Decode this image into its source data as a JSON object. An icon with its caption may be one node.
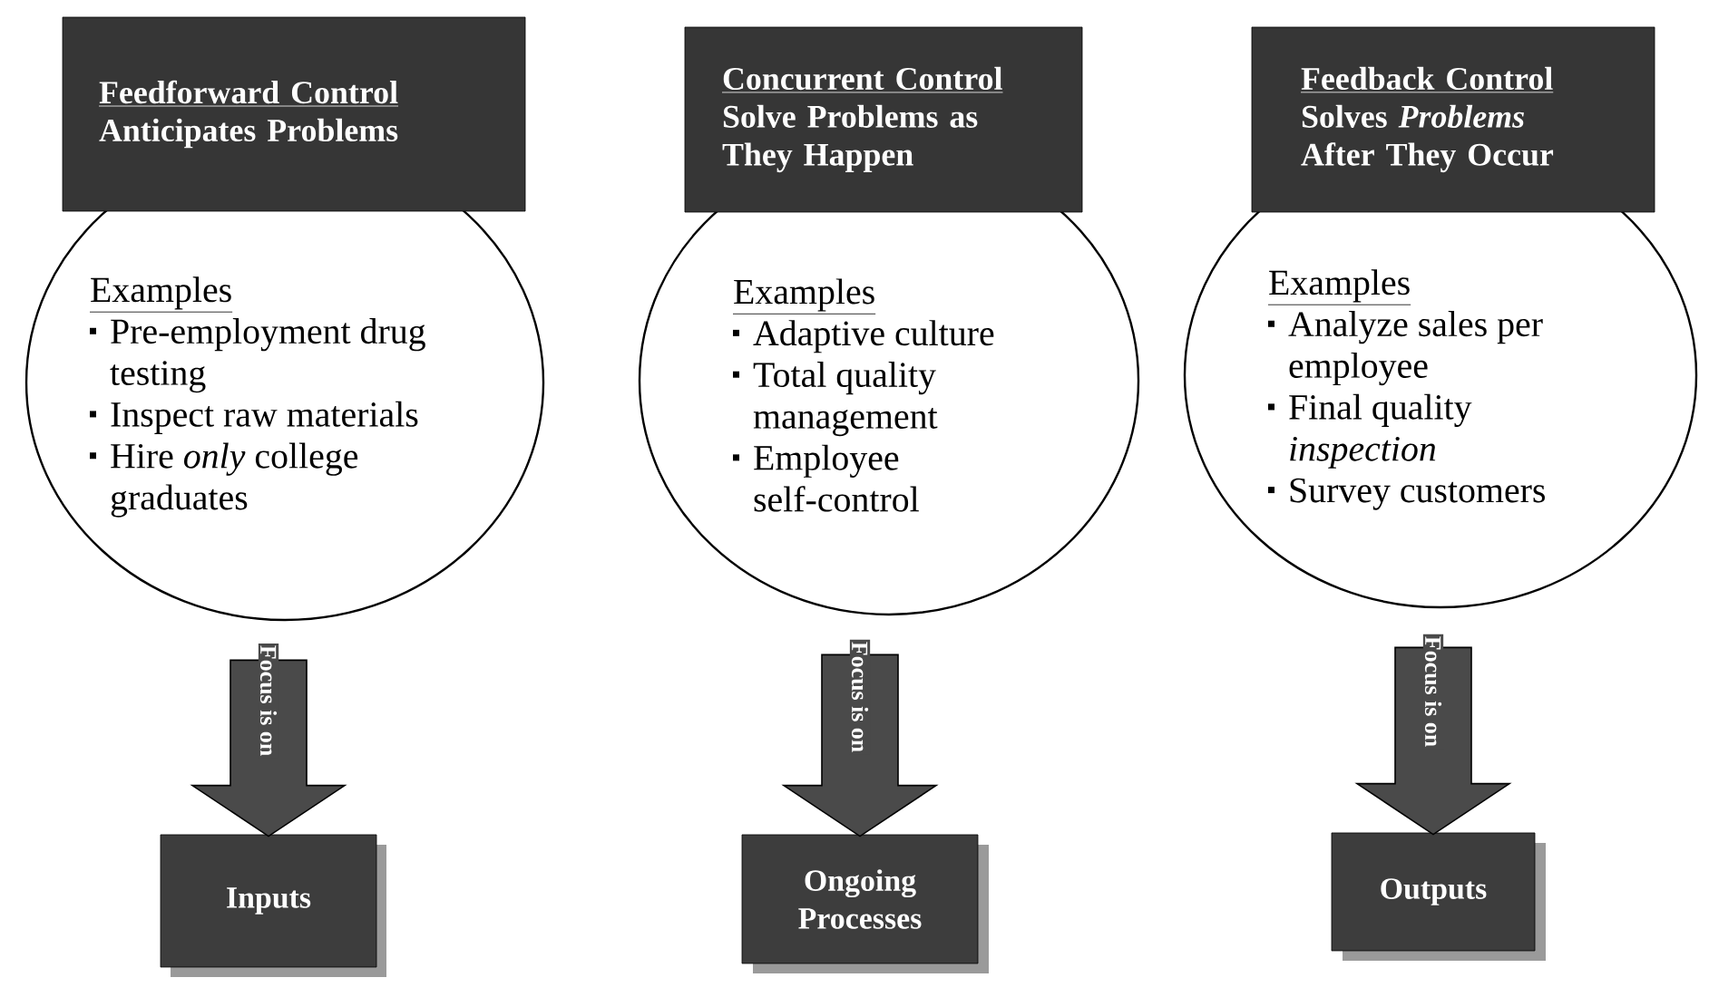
{
  "diagram": {
    "nodes": [
      {
        "text": [
          "Feedforward Control",
          "Anticipates Problems"
        ]
      },
      {
        "text": [
          "Examples",
          "Pre-employment drug testing",
          "Inspect raw materials",
          "Hire *only* college graduates"
        ]
      },
      {
        "text": [
          "Concurrent Control",
          "Solve Problems as They Happen"
        ]
      },
      {
        "text": [
          "Examples",
          "Adaptive culture",
          "Total quality management",
          "Employee self-control"
        ]
      },
      {
        "text": [
          "Feedback Control",
          "Solves *Problems* After They Occur"
        ]
      },
      {
        "text": [
          "Examples",
          "Analyze sales per employee",
          "Final quality *inspection*",
          "Survey customers"
        ]
      },
      {
        "text": [
          "Inputs"
        ]
      },
      {
        "text": [
          "Ongoing Processes"
        ]
      },
      {
        "text": [
          "Outputs"
        ]
      }
    ],
    "edges": [
      {
        "from": 1,
        "to": 6,
        "arrow": "to",
        "label": "Focus is on"
      },
      {
        "from": 3,
        "to": 7,
        "arrow": "to",
        "label": "Focus is on"
      },
      {
        "from": 5,
        "to": 8,
        "arrow": "to",
        "label": "Focus is on"
      }
    ]
  }
}
